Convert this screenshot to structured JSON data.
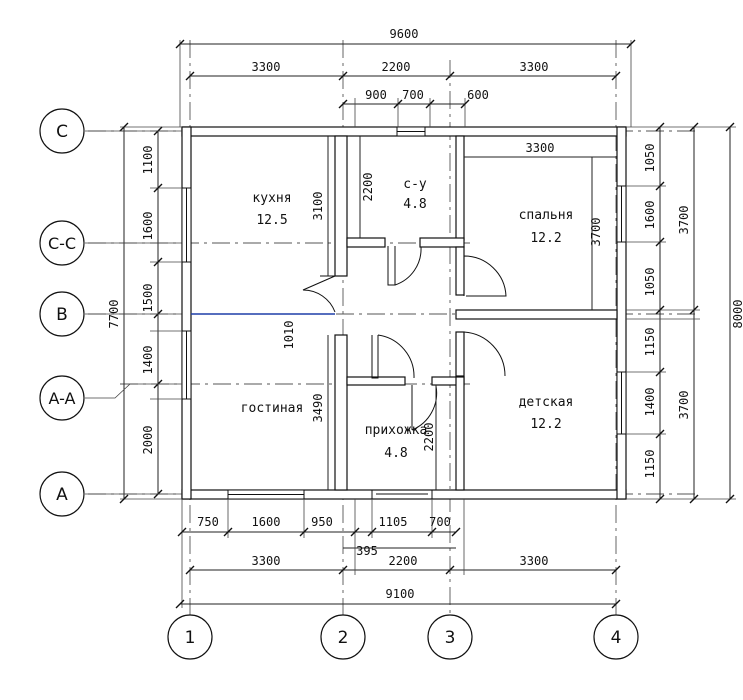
{
  "grid_axes": {
    "vertical": [
      "1",
      "2",
      "3",
      "4"
    ],
    "horizontal": [
      "C",
      "C-C",
      "B",
      "A-A",
      "A"
    ]
  },
  "rooms": [
    {
      "name": "кухня",
      "area": "12.5"
    },
    {
      "name": "с-у",
      "area": "4.8"
    },
    {
      "name": "спальня",
      "area": "12.2"
    },
    {
      "name": "гостиная",
      "area": ""
    },
    {
      "name": "прихожка",
      "area": "4.8"
    },
    {
      "name": "детская",
      "area": "12.2"
    }
  ],
  "dimensions": {
    "top_overall": "9600",
    "top_segments": [
      "3300",
      "2200",
      "3300"
    ],
    "top_sub": [
      "900",
      "700",
      "600"
    ],
    "interior_top": "3300",
    "bottom_sub": [
      "750",
      "1600",
      "950",
      "1105",
      "700"
    ],
    "bottom_offset": "395",
    "bottom_segments": [
      "3300",
      "2200",
      "3300"
    ],
    "bottom_overall": "9100",
    "left_overall": "7700",
    "left_segments": [
      "1100",
      "1600",
      "1500",
      "1400",
      "2000"
    ],
    "right_overall": "8000",
    "right_segments": [
      "3700",
      "3700"
    ],
    "right_sub": [
      "1050",
      "1600",
      "1050",
      "1150",
      "1400",
      "1150"
    ],
    "interior": [
      "2200",
      "3100",
      "3700",
      "1010",
      "3490",
      "2200"
    ]
  },
  "colors": {
    "highlight_line": "#1f3fa8",
    "line": "#111111"
  }
}
